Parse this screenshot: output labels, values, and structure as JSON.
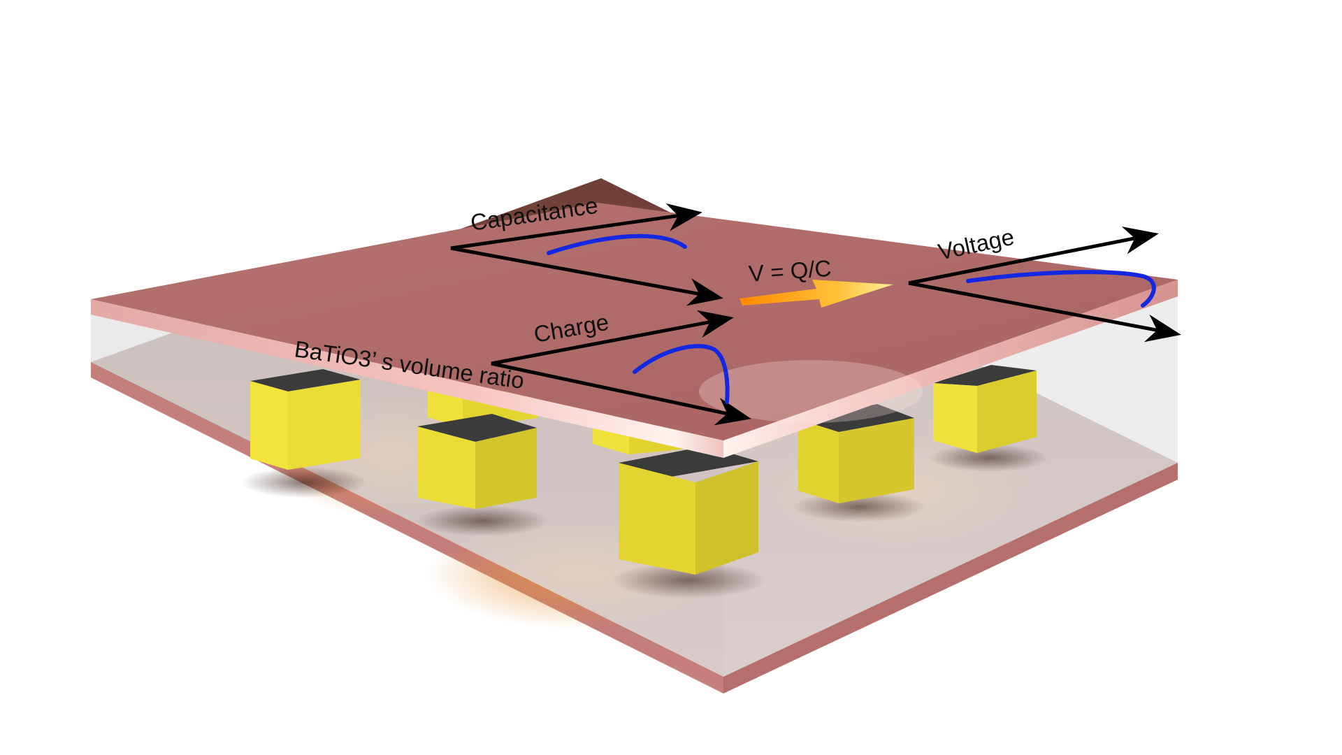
{
  "labels": {
    "capacitance": "Capacitance",
    "voltage": "Voltage",
    "charge": "Charge",
    "volume_ratio": "BaTiO3’ s volume ratio",
    "formula": "V = Q/C"
  },
  "colors": {
    "plate": "#b97676",
    "plate_edge": "#d38f8d",
    "cube_face": "#f2e33c",
    "cube_side": "#d4c62c",
    "cube_top": "#3d3d3d",
    "curve": "#1328e0",
    "axis": "#000000",
    "arrow_gradient": [
      "#ff9a00",
      "#ffe27a"
    ]
  }
}
